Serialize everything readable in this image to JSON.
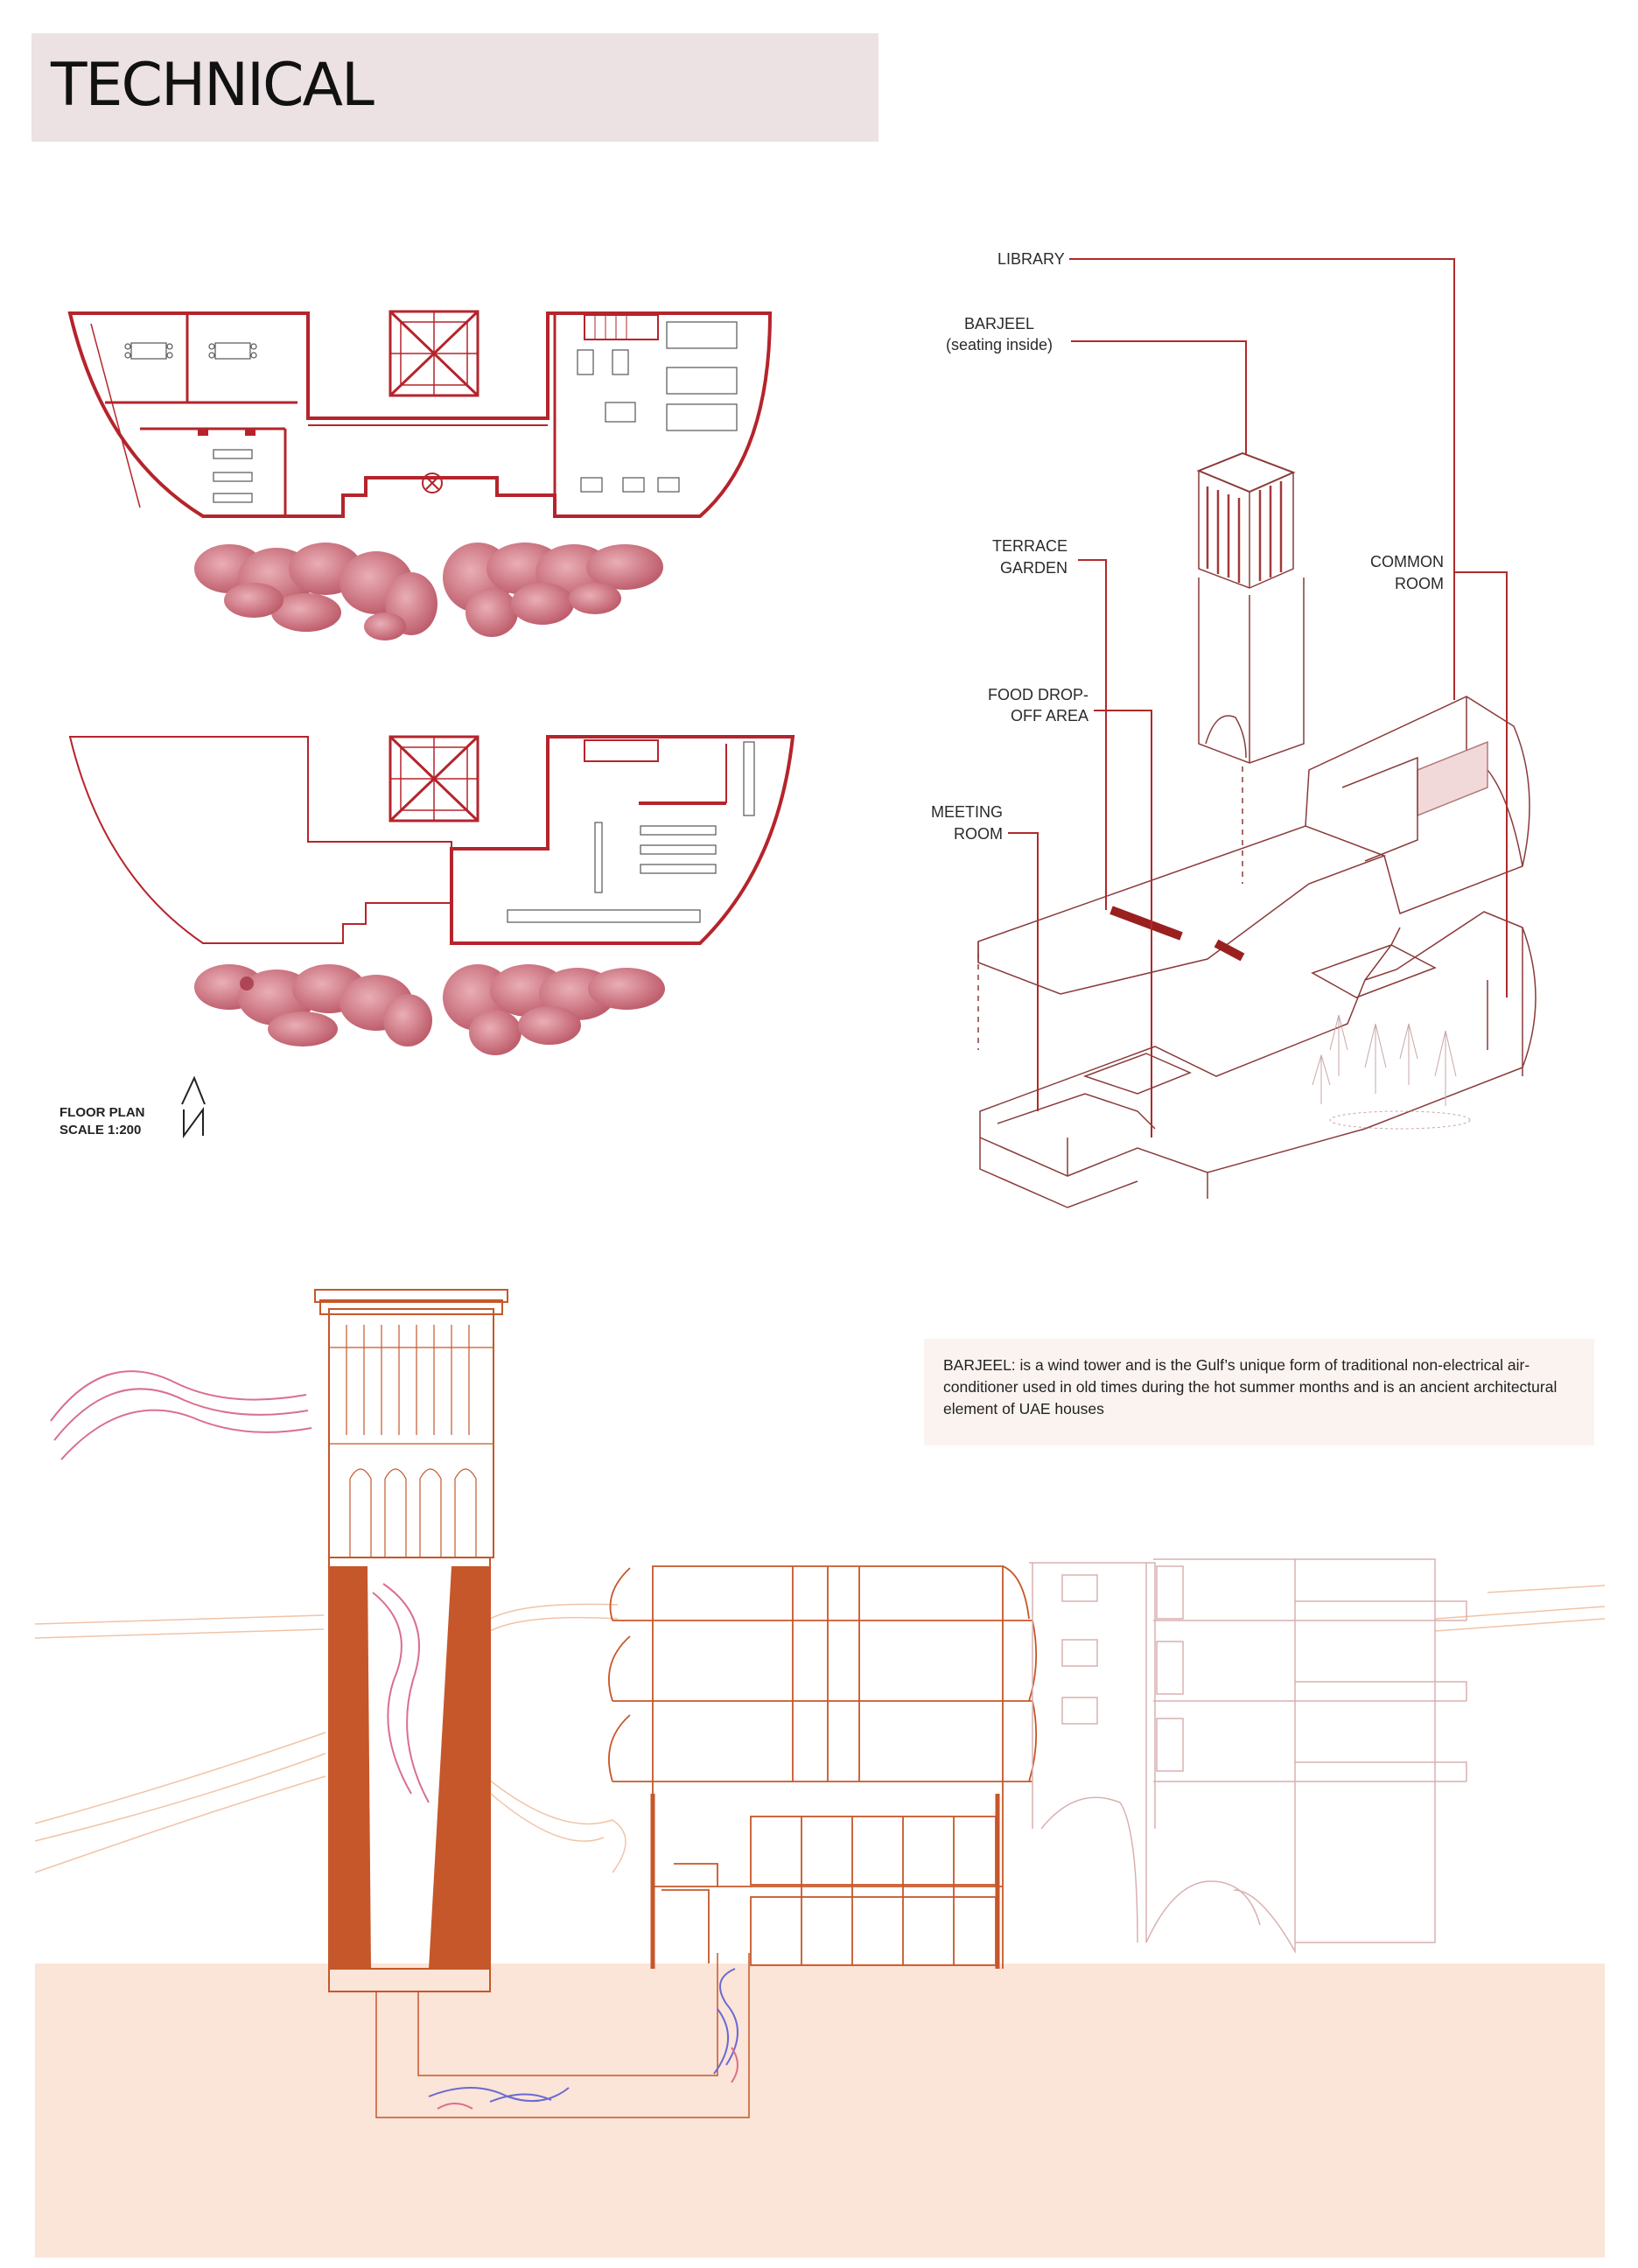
{
  "header": {
    "title": "TECHNICAL"
  },
  "labels": {
    "library": "LIBRARY",
    "barjeel": "BARJEEL",
    "barjeel_sub": "(seating inside)",
    "terrace_garden": [
      "TERRACE",
      "GARDEN"
    ],
    "common_room": [
      "COMMON",
      "ROOM"
    ],
    "food_dropoff": [
      "FOOD DROP-",
      "OFF AREA"
    ],
    "meeting_room": [
      "MEETING",
      "ROOM"
    ]
  },
  "floor_plan": {
    "title": "FLOOR PLAN",
    "scale": "SCALE 1:200",
    "north": "N"
  },
  "info": {
    "text": "BARJEEL: is a wind tower and is the Gulf’s unique form of traditional non-electrical air-conditioner used in old times during the hot summer months and is an ancient architectural element of UAE houses"
  },
  "colors": {
    "plan_red": "#b5242c",
    "iso_line": "#8a3a3a",
    "section_orange": "#c6572a",
    "ground": "#fbe4d8",
    "tree_pink": "#d97c88",
    "header_bg": "#ece2e3"
  }
}
